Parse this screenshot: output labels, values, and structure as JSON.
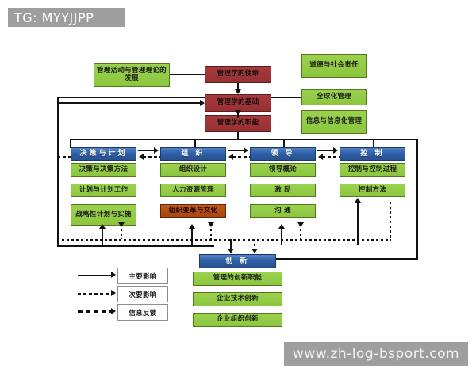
{
  "watermarks": {
    "top": "TG: MYYJJPP",
    "bottom": "www.zh-log-bsport.com"
  },
  "diagram": {
    "title_nodes": {
      "development": "管理活动与管理理论的发展",
      "mission": "管理学的使命",
      "foundation": "管理学的基础",
      "functions": "管理学的职能"
    },
    "context_nodes": [
      "道德与社会责任",
      "全球化管理",
      "信息与信息化管理"
    ],
    "columns": [
      {
        "header": "决策与计划",
        "items": [
          "决策与决策方法",
          "计划与计划工作",
          "战略性计划与实施"
        ]
      },
      {
        "header": "组 织",
        "items": [
          "组织设计",
          "人力资源管理",
          "组织变革与文化"
        ]
      },
      {
        "header": "领 导",
        "items": [
          "领导概论",
          "激 励",
          "沟 通"
        ]
      },
      {
        "header": "控 制",
        "items": [
          "控制与控制过程",
          "控制方法"
        ]
      }
    ],
    "innovation": {
      "header": "创 新",
      "items": [
        "管理的创新职能",
        "企业技术创新",
        "企业组织创新"
      ]
    },
    "legend": [
      {
        "label": "主要影响",
        "style": "solid"
      },
      {
        "label": "次要影响",
        "style": "fine-dashed"
      },
      {
        "label": "信息反馈",
        "style": "bold-dashed"
      }
    ]
  },
  "colors": {
    "green": "#92d050",
    "red": "#9e3034",
    "orange": "#b54d13",
    "blue": "#2f5fa8",
    "line": "#111111",
    "watermark_bg": "#9e9e9e"
  }
}
